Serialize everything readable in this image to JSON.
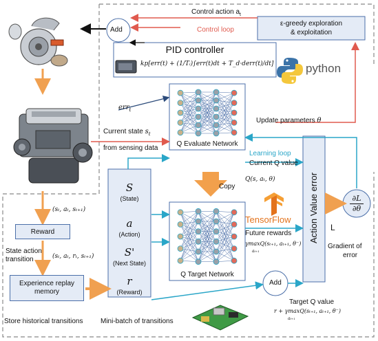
{
  "top": {
    "control_action": "Control action a",
    "control_action_sub": "t",
    "control_loop": "Control loop",
    "add": "Add",
    "egreedy_l1": "ε-greedy exploration",
    "egreedy_l2": "& exploitation"
  },
  "pid": {
    "title": "PID controller",
    "formula": "kp[err(t) + (1/Tᵢ)∫err(t)dt + T_d·derr(t)/dt]",
    "python": "python"
  },
  "left": {
    "err": "err",
    "err_sub": "t",
    "current_state": "Current state",
    "current_state_sym": "s",
    "current_state_sub": "t",
    "from_sensing": "from sensing data",
    "tuple1": "(sₜ, aₜ, sₜ₊₁)",
    "reward": "Reward",
    "state_action_l1": "State action",
    "state_action_l2": "transition",
    "tuple2": "(sₜ, aₜ, rₜ, sₜ₊₁)",
    "exp_l1": "Experience replay",
    "exp_l2": "memory",
    "store": "Store historical transitions",
    "minibatch": "Mini-batch of transitions"
  },
  "batch": {
    "s": "S",
    "s_lbl": "(State)",
    "a": "a",
    "a_lbl": "(Action)",
    "sp": "S'",
    "sp_lbl": "(Next State)",
    "r": "r",
    "r_lbl": "(Reward)"
  },
  "nets": {
    "q_eval": "Q Evaluate Network",
    "q_target": "Q Target Network",
    "copy": "Copy",
    "learning_loop": "Learning loop",
    "current_q": "Current Q value",
    "q_formula": "Q(s, aₜ, θ)",
    "tensorflow": "TensorFlow",
    "future_rewards": "Future rewards",
    "future_formula": "γmaxQ(sₜ₊₁, aₜ₊₁, θ⁻)",
    "future_sub": "aₜ₊₁",
    "add": "Add",
    "target_q": "Target Q value",
    "target_formula": "r + γmaxQ(sₜ₊₁, aₜ₊₁, θ⁻)",
    "target_sub": "aₜ₊₁"
  },
  "right": {
    "update": "Update parameters",
    "update_sym": "θ",
    "action_value_error": "Action Value error",
    "grad_num": "∂L",
    "grad_den": "∂θ",
    "L": "L",
    "gradient_l1": "Gradient of",
    "gradient_l2": "error"
  },
  "colors": {
    "red_arrow": "#e05a4e",
    "cyan_arrow": "#2aa6c8",
    "orange_arrow": "#f0a050",
    "box_fill": "#e4ebf6",
    "box_border": "#4a6ea8"
  }
}
